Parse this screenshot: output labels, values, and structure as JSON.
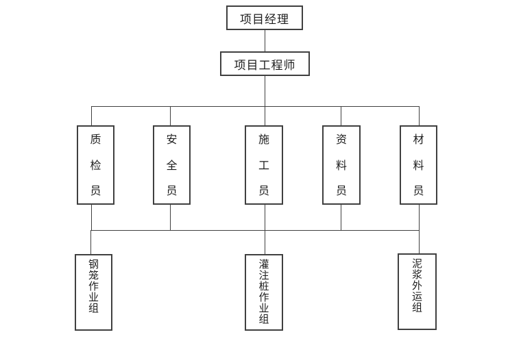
{
  "diagram": {
    "type": "org-chart",
    "levels": {
      "top": {
        "label": "项目经理"
      },
      "second": {
        "label": "项目工程师"
      },
      "staff": [
        {
          "label": "质检员"
        },
        {
          "label": "安全员"
        },
        {
          "label": "施工员"
        },
        {
          "label": "资料员"
        },
        {
          "label": "材料员"
        }
      ],
      "teams": [
        {
          "label": "钢笼作业组"
        },
        {
          "label": "灌注桩作业组"
        },
        {
          "label": "泥浆外运组"
        }
      ]
    },
    "colors": {
      "line": "#3f3f3f",
      "text": "#1d1d1d",
      "background": "#ffffff"
    }
  }
}
